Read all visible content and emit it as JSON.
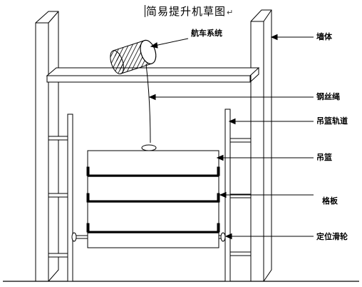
{
  "title": {
    "text": "简易提升机草图",
    "end_mark": "↵"
  },
  "labels": {
    "drive": "航车系统",
    "wall": "墙体",
    "rope": "钢丝绳",
    "rail": "吊篮轨道",
    "basket": "吊篮",
    "shelf": "格板",
    "pulley": "定位滑轮"
  }
}
